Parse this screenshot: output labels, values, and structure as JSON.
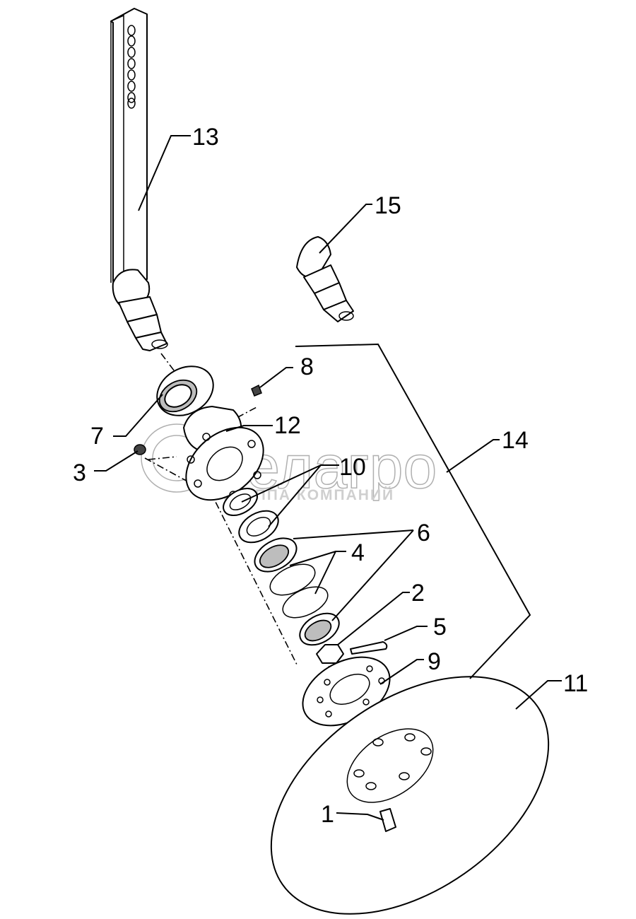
{
  "watermark": {
    "brand": "белагро",
    "tagline": "ГРУППА КОМПАНИЙ"
  },
  "callouts": [
    {
      "id": "1",
      "label": "1"
    },
    {
      "id": "2",
      "label": "2"
    },
    {
      "id": "3",
      "label": "3"
    },
    {
      "id": "4",
      "label": "4"
    },
    {
      "id": "5",
      "label": "5"
    },
    {
      "id": "6",
      "label": "6"
    },
    {
      "id": "7",
      "label": "7"
    },
    {
      "id": "8",
      "label": "8"
    },
    {
      "id": "9",
      "label": "9"
    },
    {
      "id": "10",
      "label": "10"
    },
    {
      "id": "11",
      "label": "11"
    },
    {
      "id": "12",
      "label": "12"
    },
    {
      "id": "13",
      "label": "13"
    },
    {
      "id": "14",
      "label": "14"
    },
    {
      "id": "15",
      "label": "15"
    }
  ]
}
